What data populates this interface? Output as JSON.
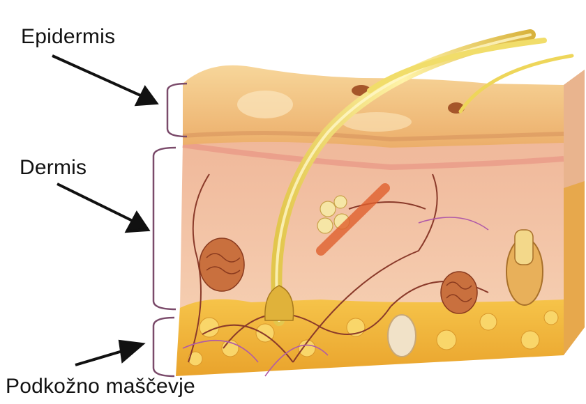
{
  "labels": {
    "epidermis": "Epidermis",
    "dermis": "Dermis",
    "subcutaneous": "Podkožno maščevje"
  },
  "colors": {
    "epidermis": "#f0c27a",
    "dermis": "#f2c2a4",
    "fat": "#f0b83c",
    "hair": "#f3e07a",
    "vessel": "#8a3a2a",
    "bracket": "#7a4a6a"
  }
}
